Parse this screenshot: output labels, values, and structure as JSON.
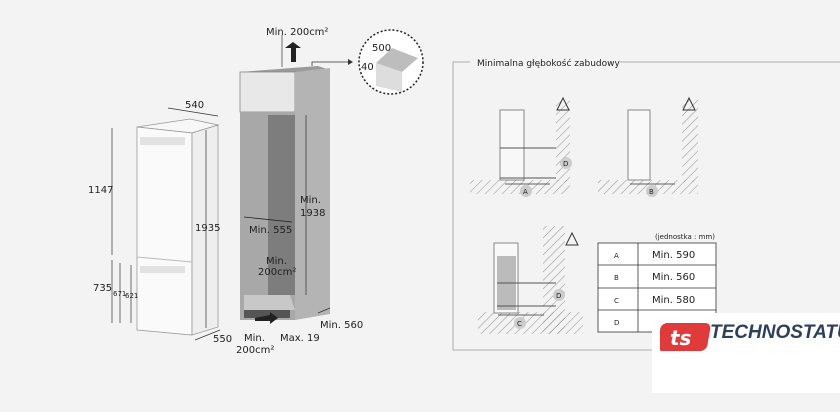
{
  "fridge": {
    "width": "540",
    "depth": "550",
    "height_total": "1935",
    "height_upper": "1147",
    "height_lower": "735",
    "height_671": "671",
    "height_621": "621"
  },
  "cabinet": {
    "top_vent": "Min. 200cm²",
    "inner_height_1": "Min.",
    "inner_height_2": "1938",
    "inner_width": "Min. 555",
    "rear_vent_1": "Min.",
    "rear_vent_2": "200cm²",
    "depth": "Min. 560",
    "gap": "Max. 19",
    "bottom_vent_1": "Min.",
    "bottom_vent_2": "200cm²",
    "detail_500": "500",
    "detail_40": "40"
  },
  "panel": {
    "title": "Minimalna głębokość zabudowy",
    "markers": [
      "A",
      "B",
      "C",
      "D",
      "D"
    ],
    "unit_note": "(jednostka : mm)",
    "table": [
      {
        "key": "A",
        "value": "Min. 590"
      },
      {
        "key": "B",
        "value": "Min. 560"
      },
      {
        "key": "C",
        "value": "Min. 580"
      },
      {
        "key": "D",
        "value": ""
      }
    ]
  },
  "watermark": {
    "brand": "TECHNOSTATUS",
    "colors": {
      "red": "#e03a3a",
      "blue": "#2d3e5e"
    }
  }
}
